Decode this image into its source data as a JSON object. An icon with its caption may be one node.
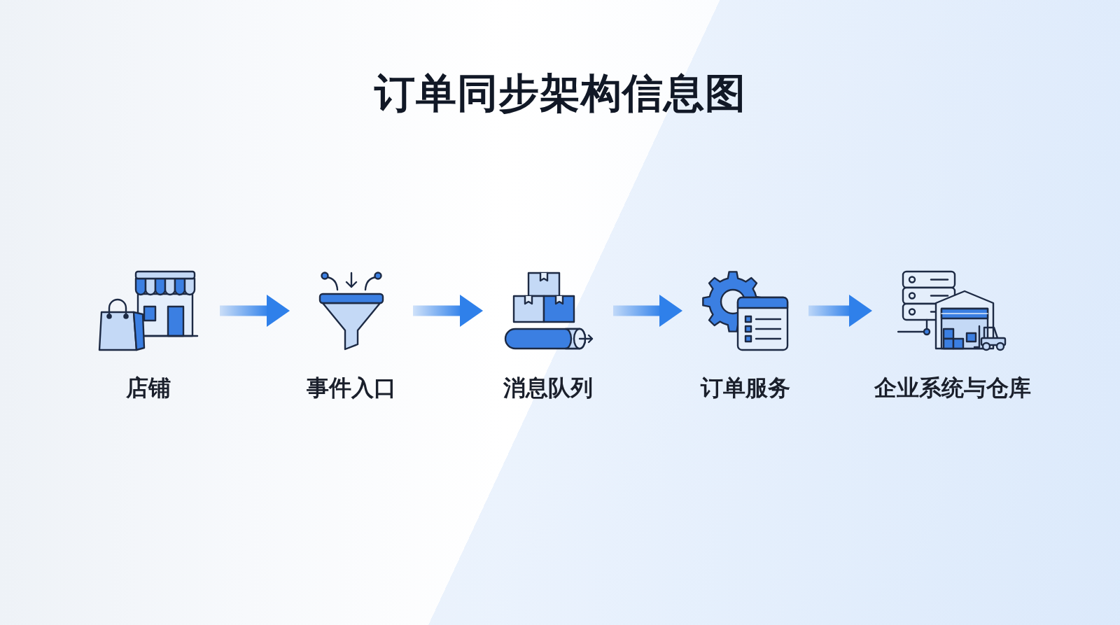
{
  "diagram": {
    "title": "订单同步架构信息图",
    "nodes": [
      {
        "text": [
          "店铺"
        ]
      },
      {
        "text": [
          "事件入口"
        ]
      },
      {
        "text": [
          "消息队列"
        ]
      },
      {
        "text": [
          "订单服务"
        ]
      },
      {
        "text": [
          "企业系统与仓库"
        ]
      }
    ],
    "edges": [
      {
        "from": 0,
        "to": 1,
        "arrow": "to"
      },
      {
        "from": 1,
        "to": 2,
        "arrow": "to"
      },
      {
        "from": 2,
        "to": 3,
        "arrow": "to"
      },
      {
        "from": 3,
        "to": 4,
        "arrow": "to"
      }
    ]
  }
}
